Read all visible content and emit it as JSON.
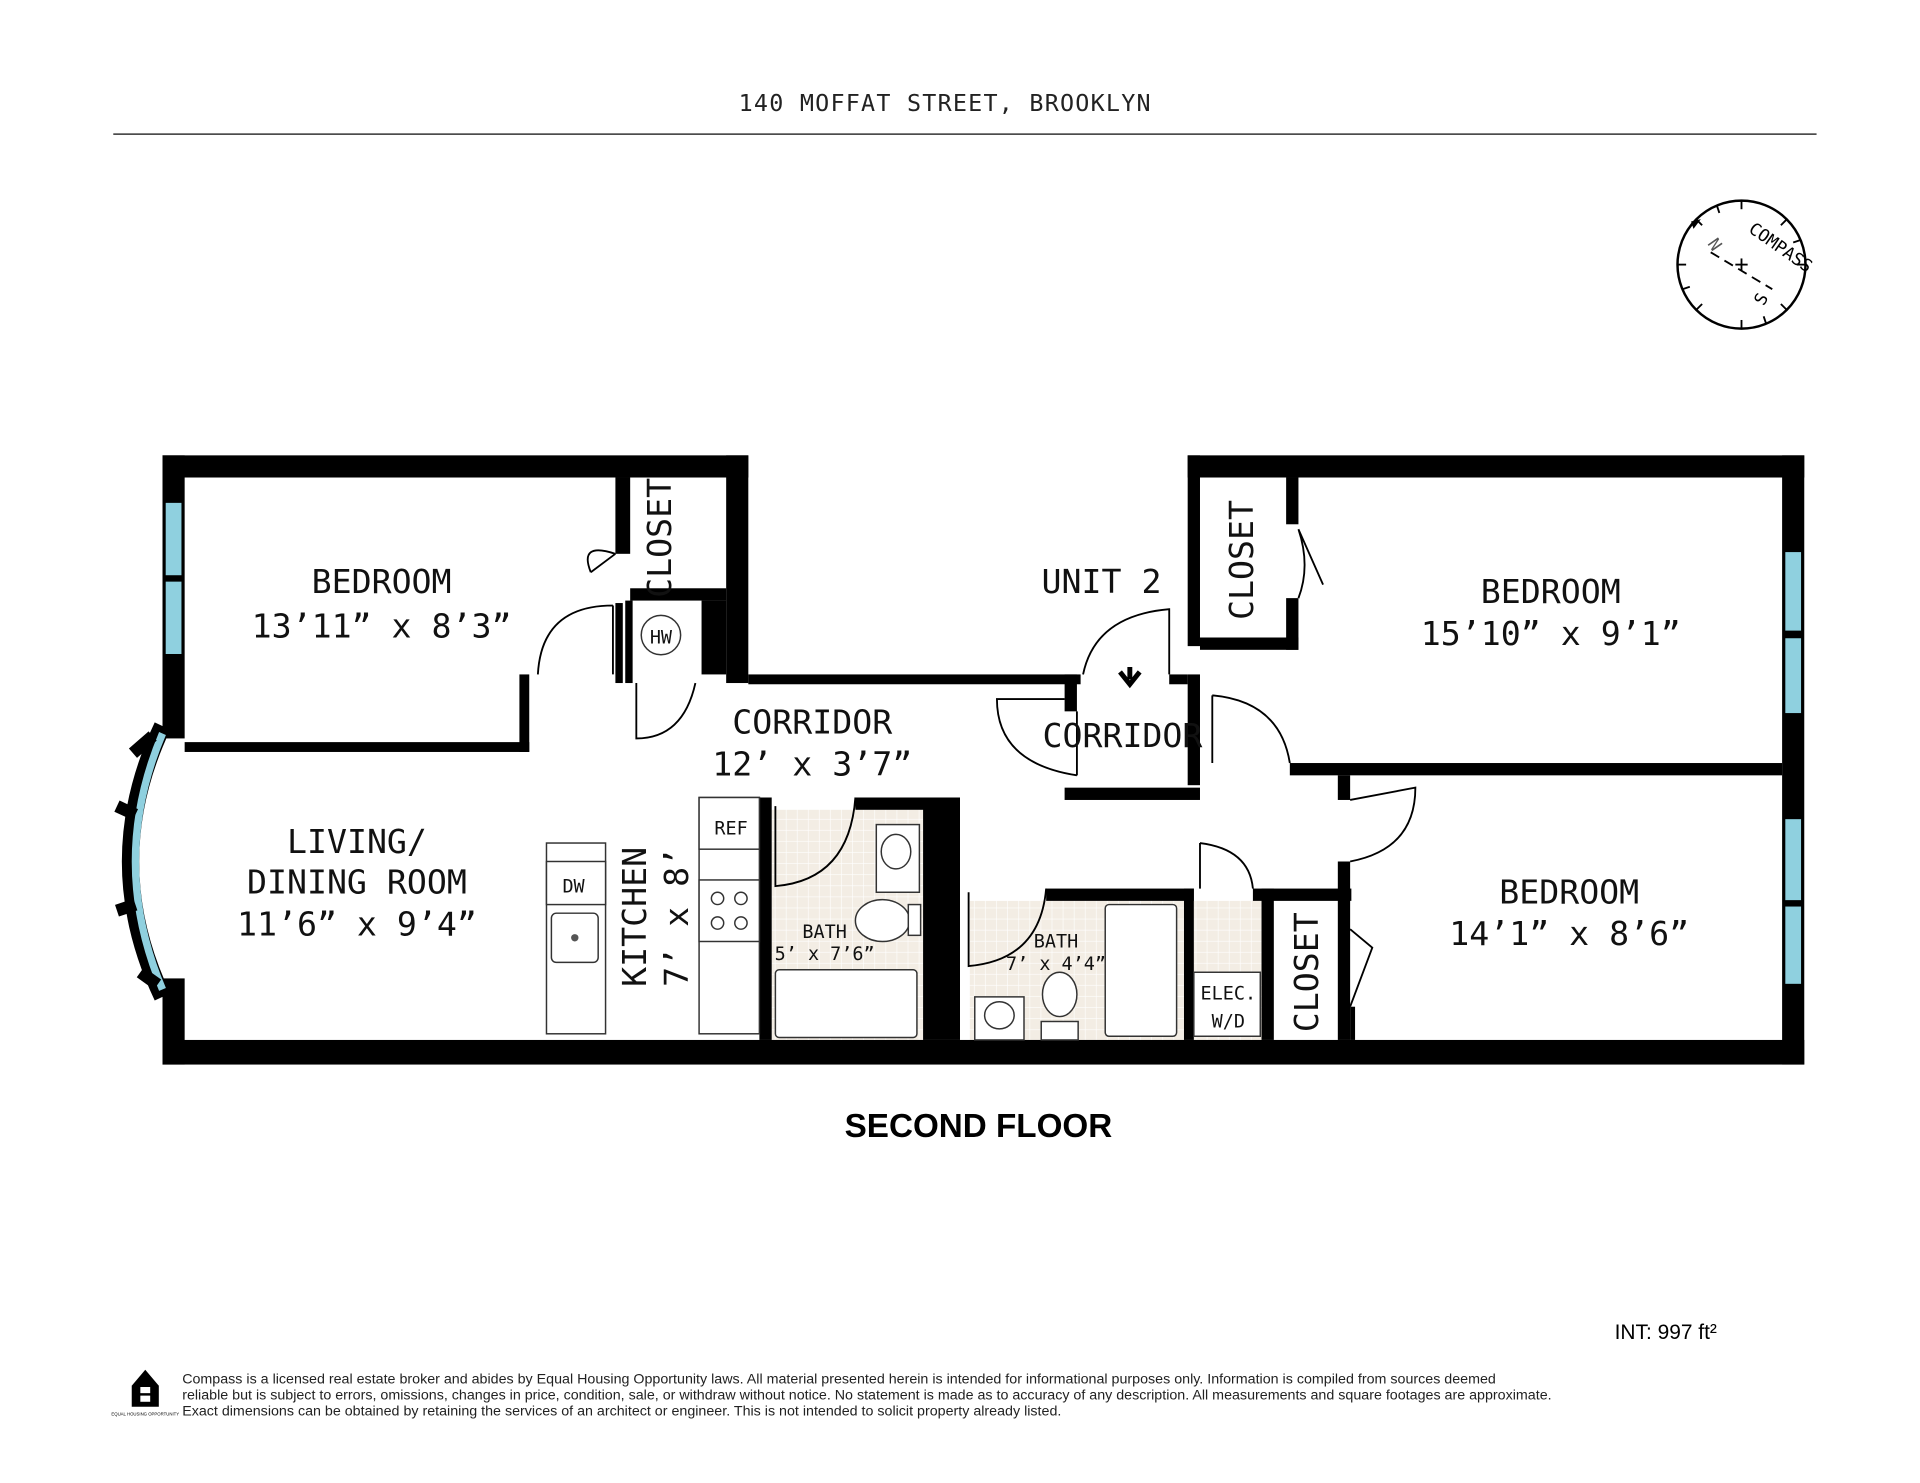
{
  "header": {
    "title": "140 MOFFAT STREET, BROOKLYN"
  },
  "compass": {
    "label": "COMPASS",
    "north": "N",
    "south": "S"
  },
  "unit_label": "UNIT 2",
  "rooms": {
    "bedroom_1": {
      "name": "BEDROOM",
      "dims": "13’11” x 8’3”"
    },
    "bedroom_2": {
      "name": "BEDROOM",
      "dims": "15’10” x 9’1”"
    },
    "bedroom_3": {
      "name": "BEDROOM",
      "dims": "14’1” x 8’6”"
    },
    "living": {
      "name_line1": "LIVING/",
      "name_line2": "DINING ROOM",
      "dims": "11’6” x 9’4”"
    },
    "corridor_1": {
      "name": "CORRIDOR",
      "dims": "12’ x 3’7”"
    },
    "corridor_2": {
      "name": "CORRIDOR"
    },
    "kitchen": {
      "name": "KITCHEN",
      "dims": "7’ x 8’"
    },
    "bath_1": {
      "name": "BATH",
      "dims": "5’ x 7’6”"
    },
    "bath_2": {
      "name": "BATH",
      "dims": "7’ x 4’4”"
    },
    "closet_1": "CLOSET",
    "closet_2": "CLOSET",
    "closet_3": "CLOSET",
    "hw": "HW",
    "ref": "REF",
    "dw": "DW",
    "elec": "ELEC.",
    "wd": "W/D"
  },
  "floor_title": "SECOND FLOOR",
  "area": "INT: 997 ft²",
  "footer": {
    "logo_text": "EQUAL HOUSING OPPORTUNITY",
    "line1": "Compass is a licensed real estate broker and abides by Equal Housing Opportunity laws. All material presented herein is intended for informational purposes only. Information is compiled from sources deemed",
    "line2": "reliable but is subject to errors, omissions, changes in price, condition, sale, or withdraw without notice. No statement is made as to accuracy of any description. All measurements and square footages are approximate.",
    "line3": "Exact dimensions can be obtained by retaining the services of an architect or engineer. This is not intended to solicit property already listed."
  }
}
